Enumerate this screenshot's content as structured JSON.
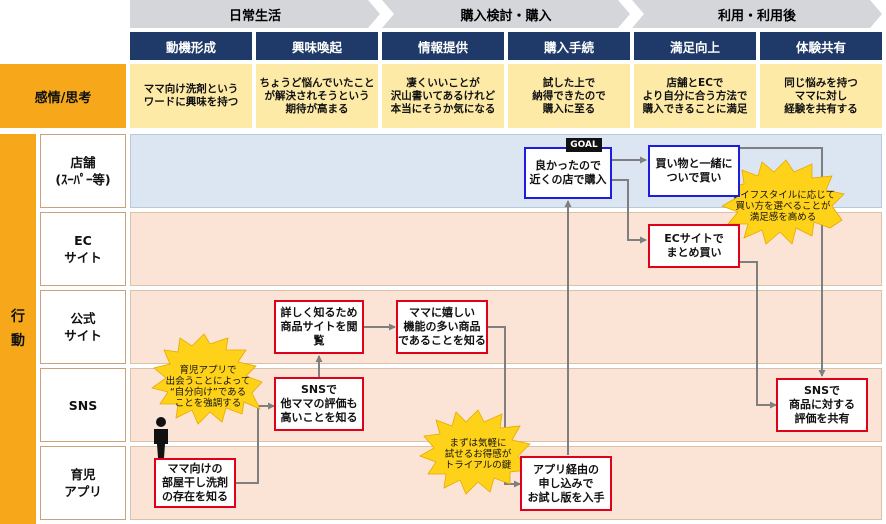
{
  "phases": [
    "日常生活",
    "購入検討・購入",
    "利用・利用後"
  ],
  "stages": [
    "動機形成",
    "興味喚起",
    "情報提供",
    "購入手続",
    "満足向上",
    "体験共有"
  ],
  "emotion_label": "感情/思考",
  "emotions": [
    "ママ向け洗剤という\nワードに興味を持つ",
    "ちょうど悩んでいたこと\nが解決されそうという\n期待が高まる",
    "凄くいいことが\n沢山書いてあるけれど\n本当にそうか気になる",
    "試した上で\n納得できたので\n購入に至る",
    "店舗とECで\nより自分に合う方法で\n購入できることに満足",
    "同じ悩みを持つ\nママに対し\n経験を共有する"
  ],
  "action_label": "行\n動",
  "rows": [
    "店舗\n(ｽｰﾊﾟｰ等)",
    "EC\nサイト",
    "公式\nサイト",
    "SNS",
    "育児\nアプリ"
  ],
  "goal_label": "GOAL",
  "boxes": {
    "b1": "ママ向けの\n部屋干し洗剤\nの存在を知る",
    "b2": "SNSで\n他ママの評価も\n高いことを知る",
    "b3": "詳しく知るため\n商品サイトを閲覧",
    "b4": "ママに嬉しい\n機能の多い商品\nであることを知る",
    "b5": "アプリ経由の\n申し込みで\nお試し版を入手",
    "b6": "良かったので\n近くの店で購入",
    "b7": "買い物と一緒に\nついで買い",
    "b8": "ECサイトで\nまとめ買い",
    "b9": "SNSで\n商品に対する\n評価を共有"
  },
  "notes": {
    "n1": "育児アプリで\n出会うことによって\n“自分向け”である\nことを強調する",
    "n2": "まずは気軽に\n試せるお得感が\nトライアルの鍵",
    "n3": "ライフスタイルに応じて\n買い方を選べることが\n満足感を高める"
  },
  "colors": {
    "navy": "#1f3a68",
    "orange": "#f6a81a",
    "red": "#e0001a",
    "blue": "#1d1de0",
    "store_band": "#dce6f2",
    "other_band": "#fbe4d6"
  }
}
